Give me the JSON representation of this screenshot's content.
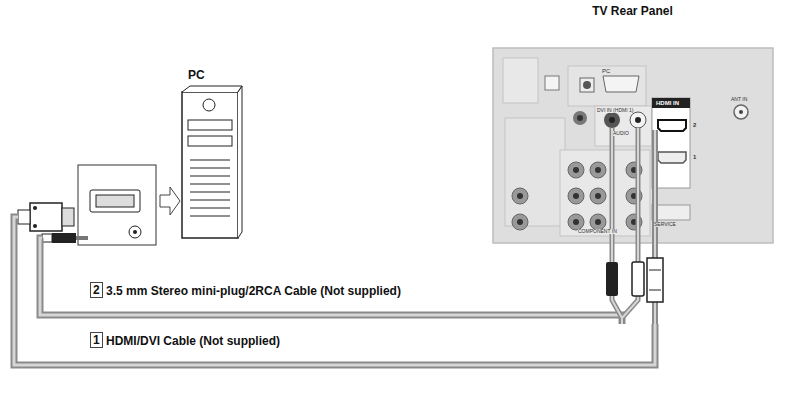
{
  "diagram": {
    "nodes": [
      {
        "text": [
          "TV Rear Panel"
        ]
      },
      {
        "text": [
          "PC"
        ]
      },
      {
        "text": [
          "2"
        ]
      },
      {
        "text": [
          "1"
        ]
      }
    ],
    "edges": [
      {
        "from": 1,
        "to": 0,
        "arrow": "none"
      },
      {
        "from": 1,
        "to": 0,
        "arrow": "none"
      }
    ],
    "labels": [
      "3.5 mm Stereo mini-plug/2RCA Cable (Not supplied)",
      "HDMI/DVI Cable (Not supplied)",
      "HDMI IN",
      "DVI IN (HDMI 1)",
      "AUDIO",
      "ANT IN",
      "PC",
      "SERVICE",
      "COMPONENT IN",
      "2",
      "1"
    ]
  }
}
